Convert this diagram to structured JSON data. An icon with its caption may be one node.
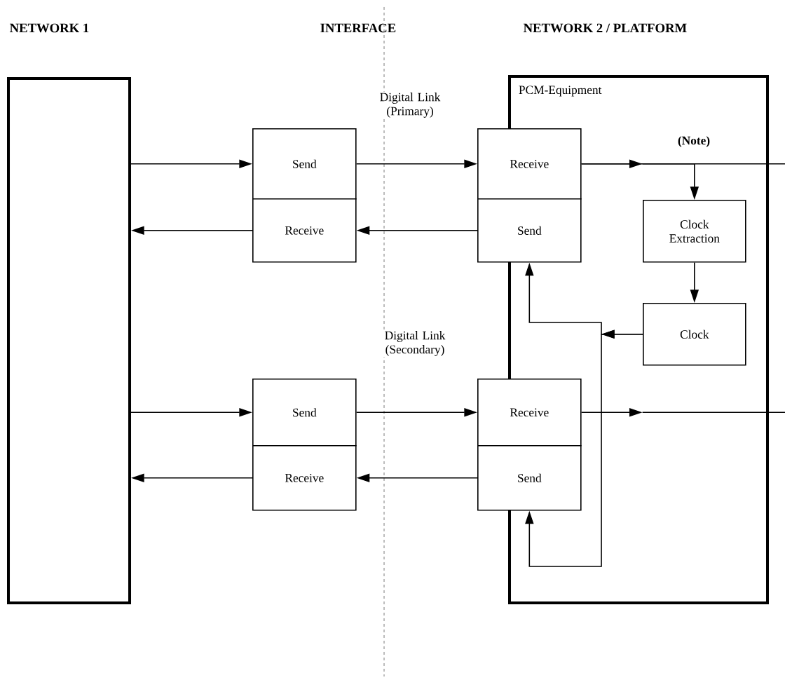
{
  "diagram": {
    "nodes": [
      {
        "text": [],
        "shape": "box"
      },
      {
        "text": [
          "PCM-Equipment"
        ]
      },
      {
        "text": [
          "Send"
        ]
      },
      {
        "text": [
          "Receive"
        ]
      },
      {
        "text": [
          "Receive"
        ]
      },
      {
        "text": [
          "Send"
        ]
      },
      {
        "text": [
          "Clock Extraction"
        ],
        "in": 1
      },
      {
        "text": [
          "Clock"
        ],
        "in": 1
      },
      {
        "text": [
          "Send"
        ]
      },
      {
        "text": [
          "Receive"
        ]
      },
      {
        "text": [
          "Receive"
        ]
      },
      {
        "text": [
          "Send"
        ]
      }
    ],
    "edges": [
      {
        "from": 0,
        "to": 2,
        "arrow": "to"
      },
      {
        "from": 3,
        "to": 0,
        "arrow": "to"
      },
      {
        "from": 2,
        "to": 4,
        "arrow": "to",
        "label": "Digital Link (Primary)"
      },
      {
        "from": 5,
        "to": 3,
        "arrow": "to"
      },
      {
        "from": 4,
        "to": null,
        "arrow": "to"
      },
      {
        "from": 4,
        "to": 6,
        "arrow": "to"
      },
      {
        "from": 6,
        "to": 7,
        "arrow": "to"
      },
      {
        "from": 7,
        "to": 5,
        "arrow": "to"
      },
      {
        "from": 7,
        "to": 11,
        "arrow": "to"
      },
      {
        "from": 0,
        "to": 8,
        "arrow": "to"
      },
      {
        "from": 9,
        "to": 0,
        "arrow": "to"
      },
      {
        "from": 8,
        "to": 10,
        "arrow": "to",
        "label": "Digital Link (Secondary)"
      },
      {
        "from": 11,
        "to": 9,
        "arrow": "to"
      },
      {
        "from": 10,
        "to": null,
        "arrow": "to"
      }
    ],
    "labels": [
      "NETWORK 1",
      "INTERFACE",
      "NETWORK 2 / PLATFORM",
      "(Note)"
    ]
  }
}
